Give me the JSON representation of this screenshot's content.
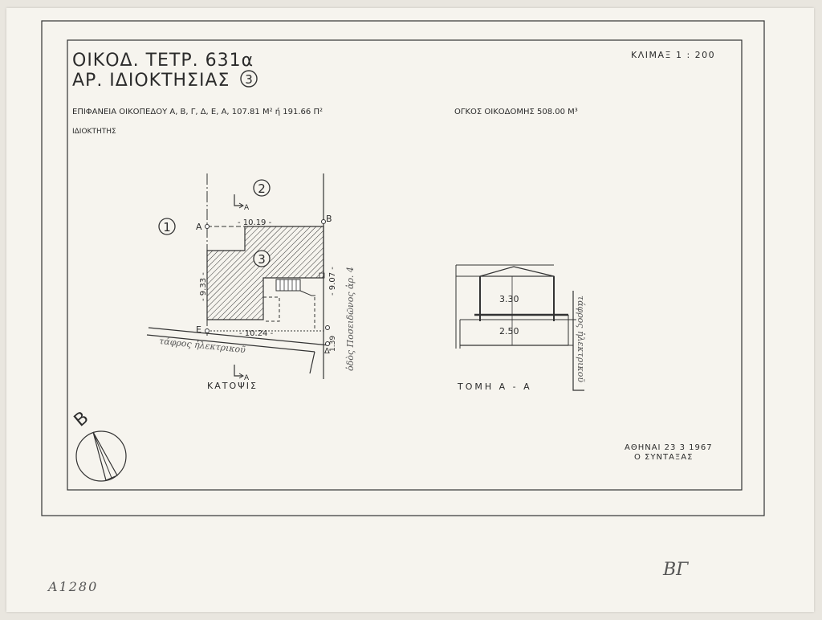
{
  "title": {
    "line1": "ΟΙΚΟΔ. ΤΕΤΡ. 631α",
    "line2": "ΑΡ. ΙΔΙΟΚΤΗΣΙΑΣ",
    "property_number": "3"
  },
  "scale": "ΚΛΙΜΑΞ 1 : 200",
  "area": {
    "text": "ΕΠΙΦΑΝΕΙΑ ΟΙΚΟΠΕΔΟΥ Α, Β, Γ, Δ, Ε, Α, 107.81 Μ² ή 191.66 Π²"
  },
  "volume": {
    "text": "ΟΓΚΟΣ ΟΙΚΟΔΟΜΗΣ 508.00 Μ³"
  },
  "owner_label": "ΙΔΙΟΚΤΗΤΗΣ",
  "plan": {
    "caption": "ΚΑΤΟΨΙΣ",
    "neighbor_1": "1",
    "neighbor_2": "2",
    "plot_number": "3",
    "point_a": "Α",
    "point_b": "Β",
    "point_e": "Ε",
    "point_d": "Δ",
    "section_mark_top": "Α",
    "section_mark_bottom": "Α",
    "dim_top": "- 10.19 -",
    "dim_bottom": "- 10.24 -",
    "dim_left": "- 9.33 -",
    "dim_right": "- 9.07 -",
    "dim_small": "1.39",
    "ditch_label": "τάφρος ἠλεκτρικοῦ",
    "street_label": "ὁδὸς Ποσειδῶνος ἀρ. 4"
  },
  "section": {
    "caption": "ΤΟΜΗ Α - Α",
    "height_upper": "3.30",
    "height_lower": "2.50",
    "ditch_label": "τάφρος ἠλεκτρικοῦ"
  },
  "compass": {
    "north_label": "Β"
  },
  "signature": {
    "date": "ΑΘΗΝΑΙ 23 3 1967",
    "author": "Ο ΣΥΝΤΑΞΑΣ"
  },
  "archive_number": "Α1280",
  "handwritten_mark": "ΒΓ"
}
